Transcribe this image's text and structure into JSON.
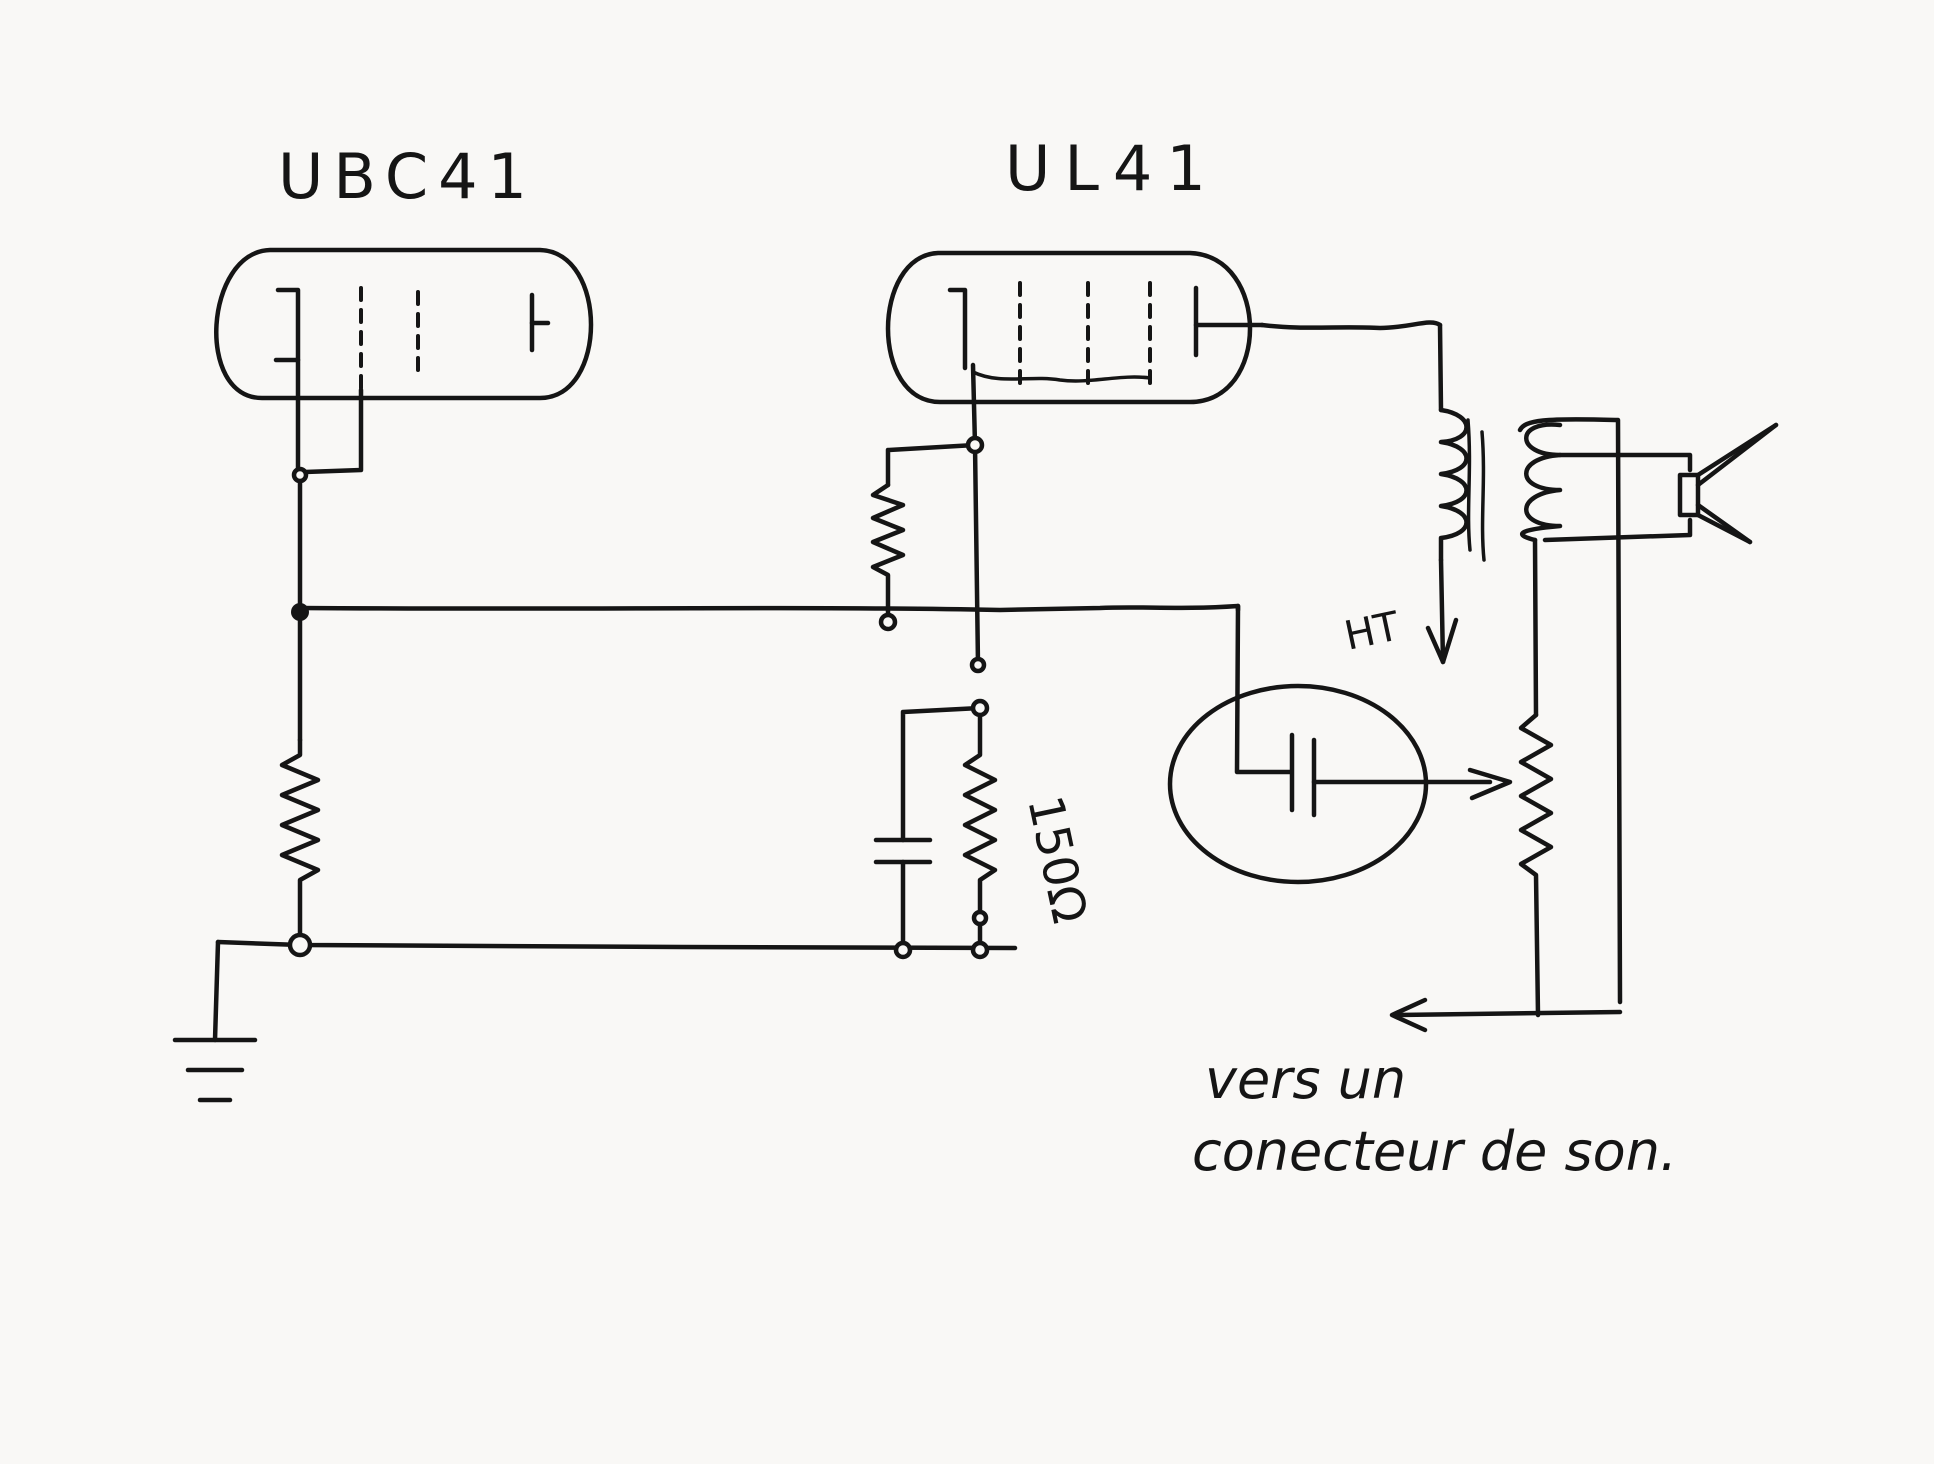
{
  "labels": {
    "tube1": "UBC41",
    "tube2": "UL41",
    "ht": "HT",
    "resistor_value": "150Ω",
    "note_line1": "vers un",
    "note_line2": "conecteur de son."
  },
  "colors": {
    "ink": "#151515",
    "paper": "#f9f8f6"
  }
}
